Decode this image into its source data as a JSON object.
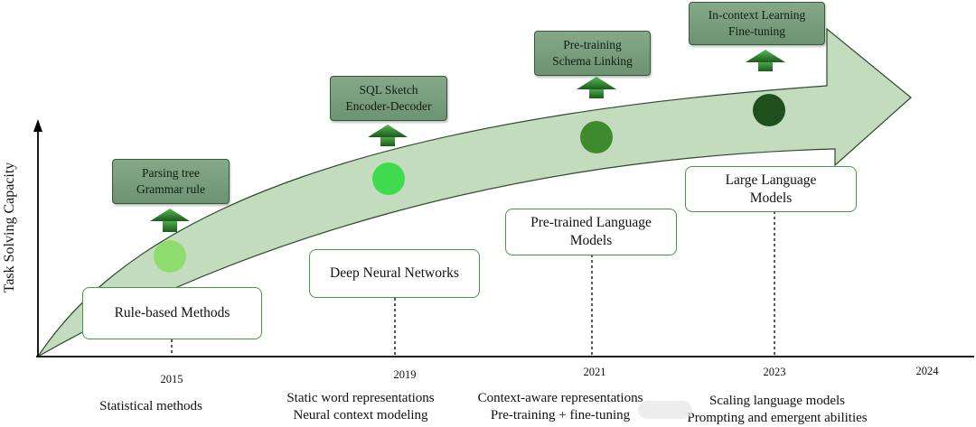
{
  "diagram": {
    "y_axis_label": "Task Solving Capacity",
    "years": [
      "2015",
      "2019",
      "2021",
      "2023",
      "2024"
    ],
    "stages": [
      {
        "line1": "Rule-based Methods",
        "line2": ""
      },
      {
        "line1": "Deep Neural Networks",
        "line2": ""
      },
      {
        "line1": "Pre-trained Language",
        "line2": "Models"
      },
      {
        "line1": "Large Language",
        "line2": "Models"
      }
    ],
    "techniques": [
      {
        "line1": "Parsing tree",
        "line2": "Grammar rule"
      },
      {
        "line1": "SQL Sketch",
        "line2": "Encoder-Decoder"
      },
      {
        "line1": "Pre-training",
        "line2": "Schema Linking"
      },
      {
        "line1": "In-context Learning",
        "line2": "Fine-tuning"
      }
    ],
    "eras": [
      {
        "line1": "Statistical methods",
        "line2": ""
      },
      {
        "line1": "Static word representations",
        "line2": "Neural context modeling"
      },
      {
        "line1": "Context-aware representations",
        "line2": "Pre-training + fine-tuning"
      },
      {
        "line1": "Scaling language models",
        "line2": "Prompting and emergent abilities"
      }
    ],
    "colors": {
      "arrow_fill": "#c3dcbd",
      "arrow_stroke": "#2d4a2d",
      "dot_1": "#8fdc6f",
      "dot_2": "#3fdb4f",
      "dot_3": "#3f8a2f",
      "dot_4": "#1f4f1c",
      "box_border": "#3f9c3f",
      "tech_box": "#7a9f7e"
    }
  }
}
